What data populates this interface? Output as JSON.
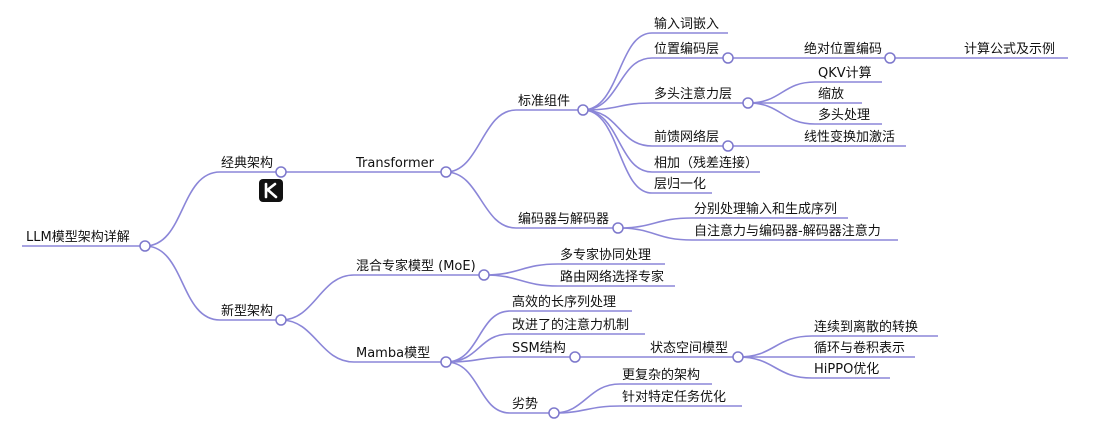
{
  "mindmap": {
    "root": "LLM模型架构详解",
    "classic": {
      "label": "经典架构",
      "transformer": {
        "label": "Transformer",
        "standard": {
          "label": "标准组件",
          "input_embed": "输入词嵌入",
          "pos_encoding": {
            "label": "位置编码层",
            "absolute": {
              "label": "绝对位置编码",
              "formula": "计算公式及示例"
            }
          },
          "mha": {
            "label": "多头注意力层",
            "qkv": "QKV计算",
            "scale": "缩放",
            "multi": "多头处理"
          },
          "ffn": {
            "label": "前馈网络层",
            "linear": "线性变换加激活"
          },
          "residual": "相加（残差连接）",
          "layernorm": "层归一化"
        },
        "encdec": {
          "label": "编码器与解码器",
          "separate": "分别处理输入和生成序列",
          "attention": "自注意力与编码器-解码器注意力"
        }
      }
    },
    "new_arch": {
      "label": "新型架构",
      "moe": {
        "label": "混合专家模型 (MoE)",
        "collab": "多专家协同处理",
        "routing": "路由网络选择专家"
      },
      "mamba": {
        "label": "Mamba模型",
        "efficient": "高效的长序列处理",
        "improved_attn": "改进了的注意力机制",
        "ssm": {
          "label": "SSM结构",
          "state_space": {
            "label": "状态空间模型",
            "cont2disc": "连续到离散的转换",
            "loop_conv": "循环与卷积表示",
            "hippo": "HiPPO优化"
          }
        },
        "weakness": {
          "label": "劣势",
          "complex": "更复杂的架构",
          "specific": "针对特定任务优化"
        }
      }
    }
  },
  "watermark": {
    "letter": "K",
    "color": "#111111"
  },
  "colors": {
    "edge": "#8b86d8",
    "text": "#111111"
  }
}
